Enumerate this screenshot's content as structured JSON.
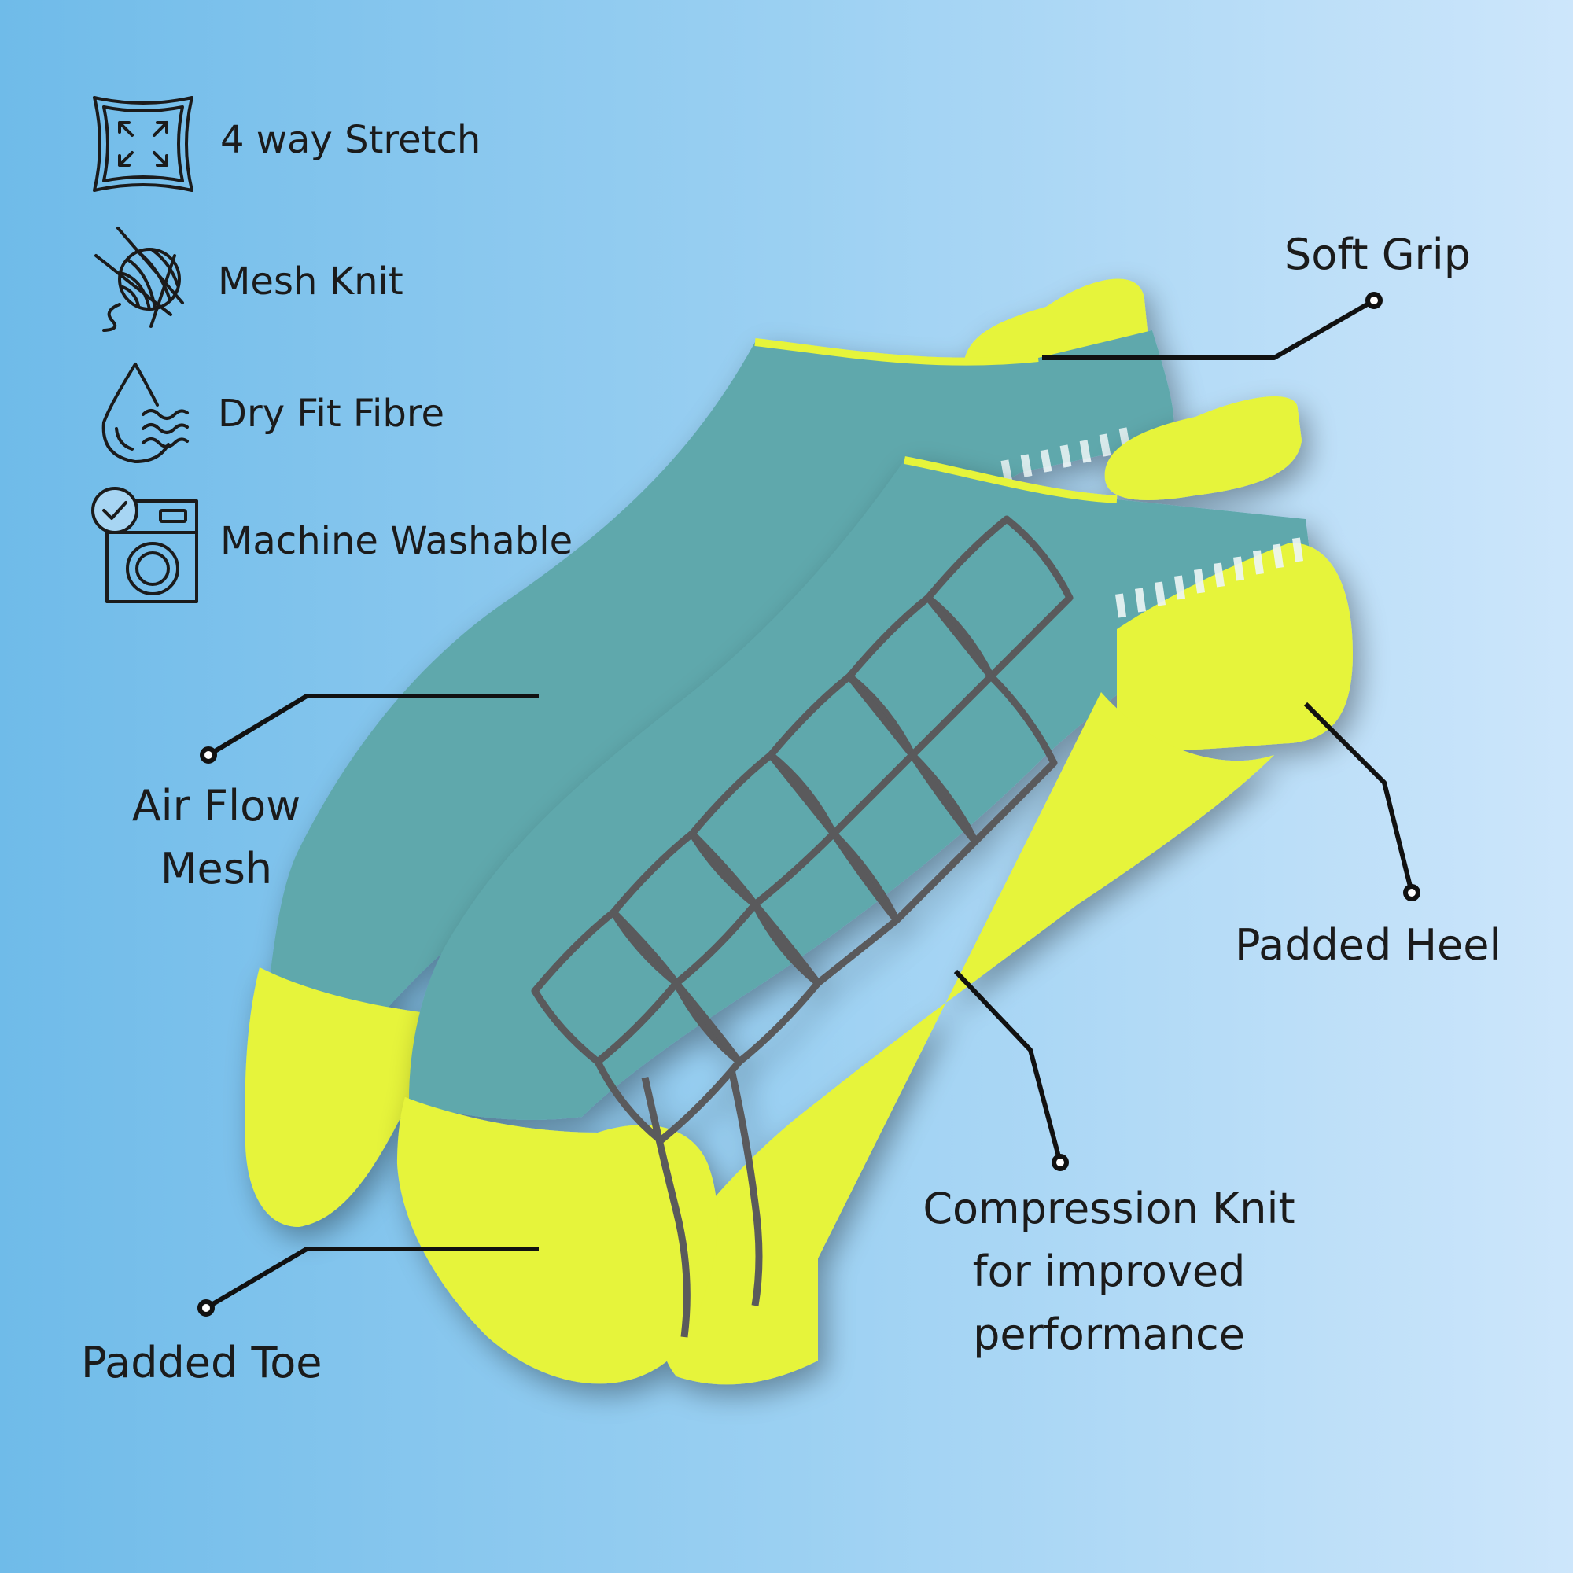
{
  "features": [
    {
      "icon": "four-way-stretch-icon",
      "label": "4 way Stretch"
    },
    {
      "icon": "yarn-ball-icon",
      "label": "Mesh Knit"
    },
    {
      "icon": "water-drop-icon",
      "label": "Dry Fit Fibre"
    },
    {
      "icon": "washing-machine-icon",
      "label": "Machine Washable"
    }
  ],
  "callouts": {
    "soft_grip": "Soft Grip",
    "air_flow_line1": "Air Flow",
    "air_flow_line2": "Mesh",
    "padded_heel": "Padded Heel",
    "compression_line1": "Compression Knit",
    "compression_line2": "for improved",
    "compression_line3": "performance",
    "padded_toe": "Padded Toe"
  },
  "colors": {
    "sock_teal": "#5ea8ac",
    "sock_yellow": "#e6f43a",
    "stripe_gray": "#5a5a5c",
    "text": "#1b1b1b"
  }
}
